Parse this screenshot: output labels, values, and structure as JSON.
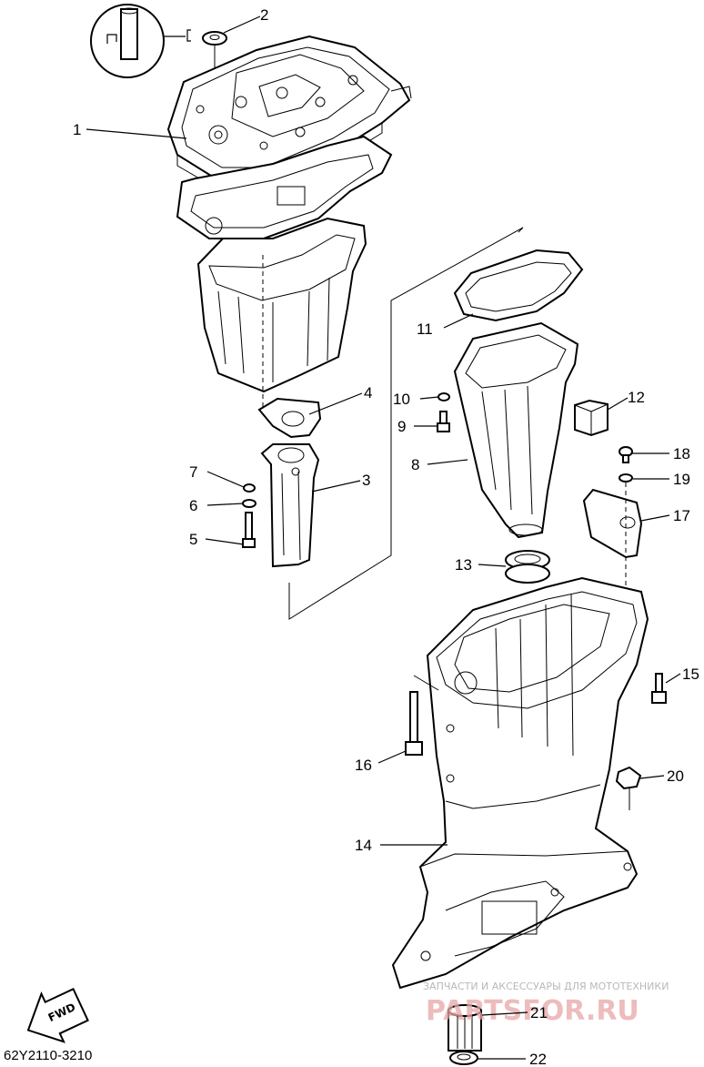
{
  "diagram": {
    "drawing_code": "62Y2110-3210",
    "fwd_label": "FWD",
    "watermark": {
      "line1": "ЗАПЧАСТИ И АКСЕССУАРЫ ДЛЯ МОТОТЕХНИКИ",
      "line2": "PARTSFOR.RU"
    },
    "callouts": {
      "c1": "1",
      "c2": "2",
      "c3": "3",
      "c4": "4",
      "c5": "5",
      "c6": "6",
      "c7": "7",
      "c8": "8",
      "c9": "9",
      "c10": "10",
      "c11": "11",
      "c12": "12",
      "c13": "13",
      "c14": "14",
      "c15": "15",
      "c16": "16",
      "c17": "17",
      "c18": "18",
      "c19": "19",
      "c20": "20",
      "c21": "21",
      "c22": "22"
    }
  }
}
